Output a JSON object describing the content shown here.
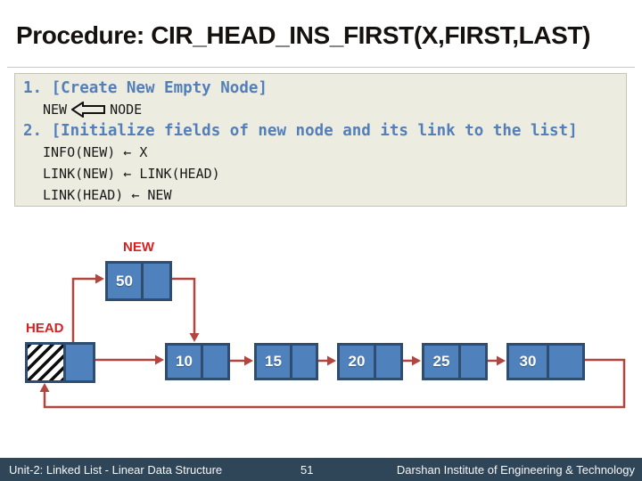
{
  "title": "Procedure: CIR_HEAD_INS_FIRST(X,FIRST,LAST)",
  "code": {
    "step1_label": "1. [Create New Empty Node]",
    "assign": {
      "target": "NEW",
      "source": "NODE"
    },
    "step2_label": "2. [Initialize fields of new node and its link to the list]",
    "statements": [
      "INFO(NEW) ← X",
      "LINK(NEW) ← LINK(HEAD)",
      "LINK(HEAD) ← NEW"
    ]
  },
  "diagram": {
    "new_pointer_label": "NEW",
    "head_pointer_label": "HEAD",
    "nodes": [
      {
        "id": "new",
        "value": "50"
      },
      {
        "id": "head",
        "value": ""
      },
      {
        "id": "n1",
        "value": "10"
      },
      {
        "id": "n2",
        "value": "15"
      },
      {
        "id": "n3",
        "value": "20"
      },
      {
        "id": "n4",
        "value": "25"
      },
      {
        "id": "n5",
        "value": "30"
      }
    ],
    "links": [
      "HEAD → NEW(50)",
      "NEW(50) → 10",
      "HEAD → 10",
      "10 → 15",
      "15 → 20",
      "20 → 25",
      "25 → 30",
      "30 → HEAD (circular)"
    ]
  },
  "footer": {
    "course": "Unit-2: Linked List - Linear Data Structure",
    "page": "51",
    "institute": "Darshan Institute of Engineering & Technology"
  },
  "colors": {
    "node_fill": "#4f81bd",
    "node_border": "#2e4d70",
    "connector_red": "#b2453f",
    "pointer_label_red": "#d92020",
    "code_background": "#edece0",
    "code_blue": "#527fba",
    "footer_background": "#2f4558"
  }
}
